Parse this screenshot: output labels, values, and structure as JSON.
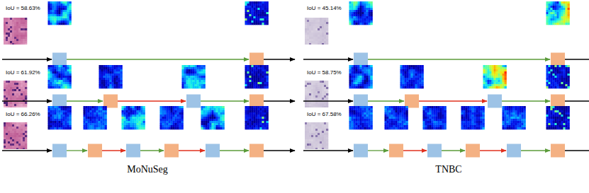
{
  "diagram": {
    "labels": [
      "IoU = 58.63%",
      "IoU = 61.92%",
      "IoU = 66.26%",
      "MoNuSeg",
      "IoU = 45.14%",
      "IoU = 58.75%",
      "IoU = 67.58%",
      "TNBC"
    ]
  }
}
